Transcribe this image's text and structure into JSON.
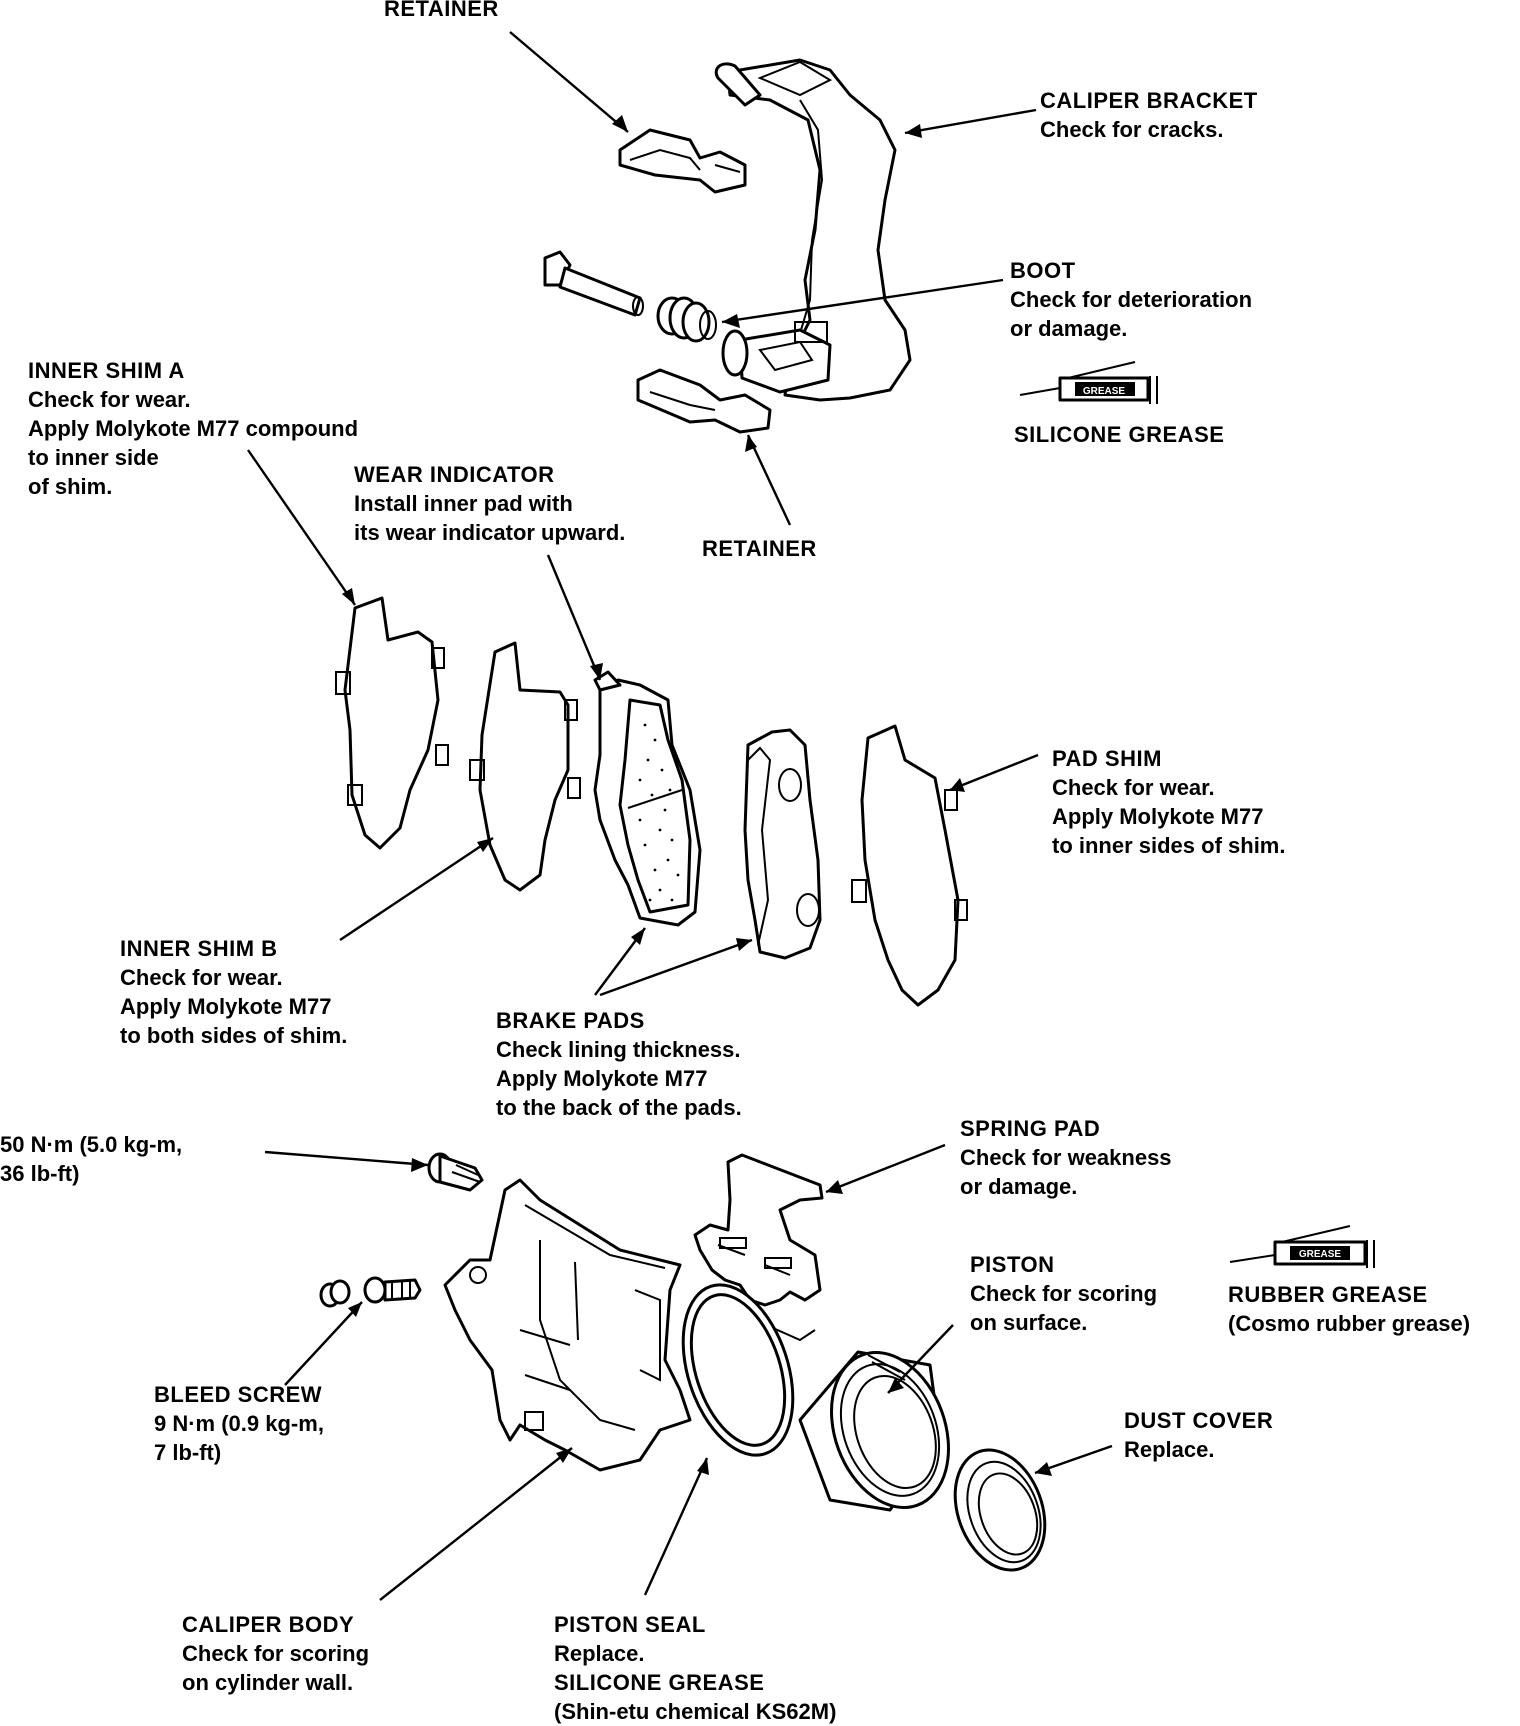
{
  "labels": {
    "retainer_top": "RETAINER",
    "caliper_bracket": {
      "title": "CALIPER BRACKET",
      "lines": [
        "Check for cracks."
      ]
    },
    "boot": {
      "title": "BOOT",
      "lines": [
        "Check for deterioration",
        "or damage."
      ]
    },
    "grease_tube_1": "GREASE",
    "silicone_grease_1": "SILICONE GREASE",
    "inner_shim_a": {
      "title": "INNER SHIM A",
      "lines": [
        "Check for wear.",
        "Apply Molykote M77 compound",
        "to inner side",
        "of shim."
      ]
    },
    "wear_indicator": {
      "title": "WEAR INDICATOR",
      "lines": [
        "Install inner pad with",
        "its wear indicator upward."
      ]
    },
    "retainer_lower": "RETAINER",
    "pad_shim": {
      "title": "PAD SHIM",
      "lines": [
        "Check for wear.",
        "Apply Molykote M77",
        "to inner sides of shim."
      ]
    },
    "inner_shim_b": {
      "title": "INNER SHIM B",
      "lines": [
        "Check for wear.",
        "Apply Molykote M77",
        "to both sides of shim."
      ]
    },
    "brake_pads": {
      "title": "BRAKE PADS",
      "lines": [
        "Check lining thickness.",
        "Apply Molykote M77",
        "to the back of the pads."
      ]
    },
    "torque_bolt": {
      "lines": [
        "50 N·m (5.0 kg-m,",
        "36 lb-ft)"
      ]
    },
    "spring_pad": {
      "title": "SPRING PAD",
      "lines": [
        "Check for weakness",
        "or damage."
      ]
    },
    "piston": {
      "title": "PISTON",
      "lines": [
        "Check for scoring",
        "on surface."
      ]
    },
    "grease_tube_2": "GREASE",
    "rubber_grease": {
      "title": "RUBBER GREASE",
      "lines": [
        "(Cosmo rubber grease)"
      ]
    },
    "bleed_screw": {
      "title": "BLEED SCREW",
      "lines": [
        "9 N·m (0.9 kg-m,",
        "7 lb-ft)"
      ]
    },
    "dust_cover": {
      "title": "DUST COVER",
      "lines": [
        "Replace."
      ]
    },
    "caliper_body": {
      "title": "CALIPER BODY",
      "lines": [
        "Check for scoring",
        "on cylinder wall."
      ]
    },
    "piston_seal": {
      "title": "PISTON SEAL",
      "lines": [
        "Replace.",
        "SILICONE GREASE",
        "(Shin-etu chemical KS62M)"
      ]
    }
  }
}
